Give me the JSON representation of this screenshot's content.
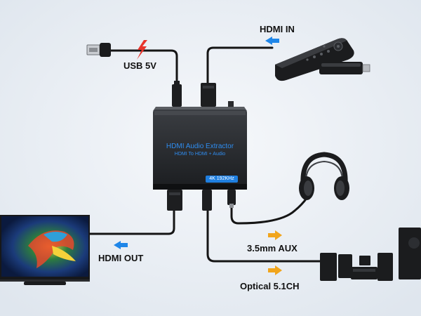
{
  "labels": {
    "usb": "USB 5V",
    "hdmi_in": "HDMI IN",
    "hdmi_out": "HDMI OUT",
    "aux": "3.5mm AUX",
    "optical": "Optical 5.1CH"
  },
  "device": {
    "title": "HDMI Audio Extractor",
    "subtitle": "HDMI To HDMI + Audio",
    "badge": "4K 192KHz"
  },
  "colors": {
    "background": "#e9eef3",
    "hdmi_arrow": "#1f86e8",
    "audio_arrow": "#f1a51c",
    "power_bolt": "#e8342b",
    "device_text": "#2f8df0"
  },
  "icons": {
    "usb": "usb-plug-icon",
    "power": "lightning-bolt-icon",
    "remote": "remote-control-icon",
    "stick": "streaming-stick-icon",
    "headphones": "headphones-icon",
    "tv": "television-icon",
    "speakers": "speaker-system-icon"
  }
}
